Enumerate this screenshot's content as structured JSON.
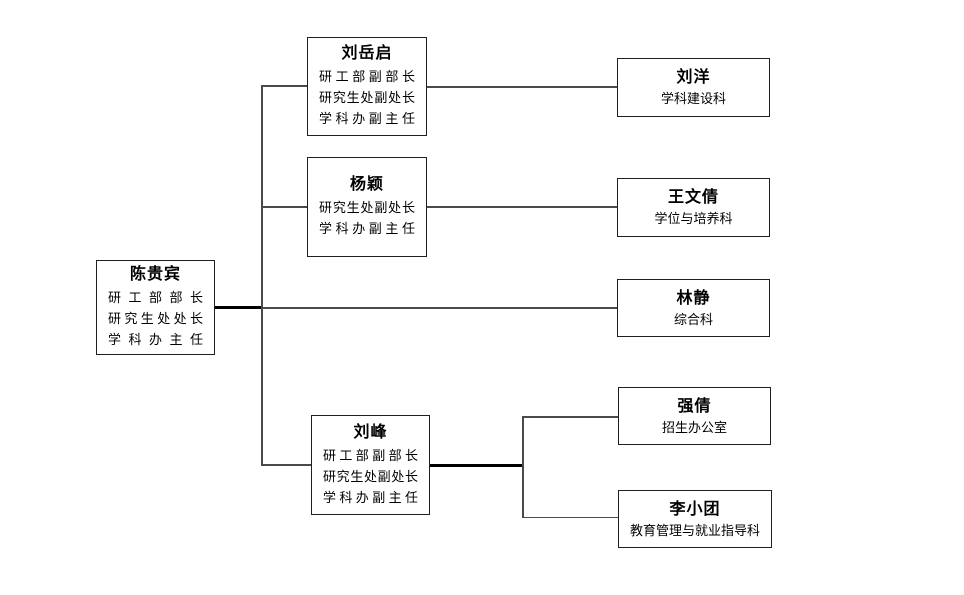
{
  "org": {
    "root": {
      "name": "陈贵宾",
      "roles": [
        "研工部部长",
        "研究生处处长",
        "学科办主任"
      ]
    },
    "deputies": [
      {
        "name": "刘岳启",
        "roles": [
          "研工部副部长",
          "研究生处副处长",
          "学科办副主任"
        ]
      },
      {
        "name": "杨颖",
        "roles": [
          "研究生处副处长",
          "学科办副主任"
        ]
      },
      {
        "name": "刘峰",
        "roles": [
          "研工部副部长",
          "研究生处副处长",
          "学科办副主任"
        ]
      }
    ],
    "departments": [
      {
        "name": "刘洋",
        "dept": "学科建设科"
      },
      {
        "name": "王文倩",
        "dept": "学位与培养科"
      },
      {
        "name": "林静",
        "dept": "综合科"
      },
      {
        "name": "强倩",
        "dept": "招生办公室"
      },
      {
        "name": "李小团",
        "dept": "教育管理与就业指导科"
      }
    ]
  },
  "colors": {
    "background": "#ffffff",
    "box_border": "#1f1f1f",
    "connector": "#4a4a4a",
    "connector_bold": "#000000",
    "text": "#000000"
  }
}
